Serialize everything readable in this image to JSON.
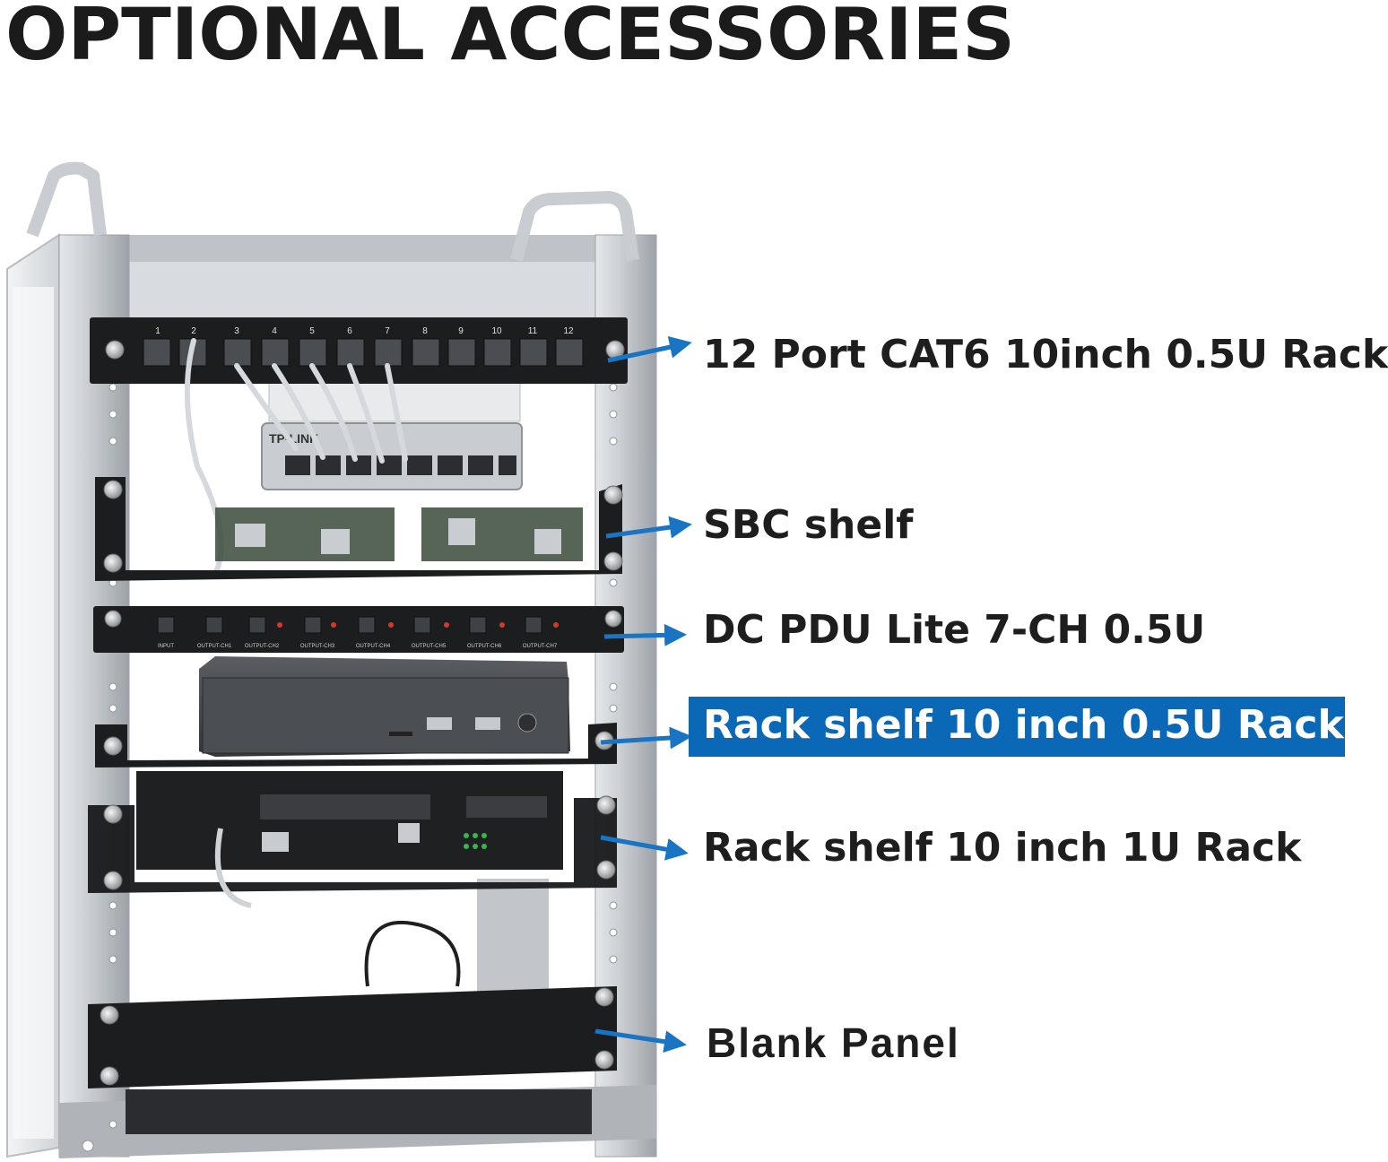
{
  "page": {
    "title": "OPTIONAL ACCESSORIES"
  },
  "colors": {
    "highlight": "#0a68b6",
    "arrow": "#1a74c4",
    "title_text": "#1b1b1b",
    "rack_frame": "#c8ccd1",
    "panel_black": "#1a1a1a"
  },
  "callouts": [
    {
      "label": "12 Port CAT6 10inch 0.5U Rack",
      "highlighted": false
    },
    {
      "label": "SBC shelf",
      "highlighted": false
    },
    {
      "label": "DC PDU Lite 7-CH 0.5U",
      "highlighted": false
    },
    {
      "label": "Rack shelf 10 inch 0.5U Rack",
      "highlighted": true
    },
    {
      "label": "Rack shelf 10 inch 1U Rack",
      "highlighted": false
    },
    {
      "label": "Blank Panel",
      "highlighted": false
    }
  ],
  "patch_panel": {
    "port_numbers": [
      "1",
      "2",
      "3",
      "4",
      "5",
      "6",
      "7",
      "8",
      "9",
      "10",
      "11",
      "12"
    ]
  },
  "pdu": {
    "port_labels": [
      "INPUT",
      "OUTPUT-CH1",
      "OUTPUT-CH2",
      "OUTPUT-CH3",
      "OUTPUT-CH4",
      "OUTPUT-CH5",
      "OUTPUT-CH6",
      "OUTPUT-CH7"
    ]
  },
  "switch": {
    "brand": "TP-LINK"
  }
}
